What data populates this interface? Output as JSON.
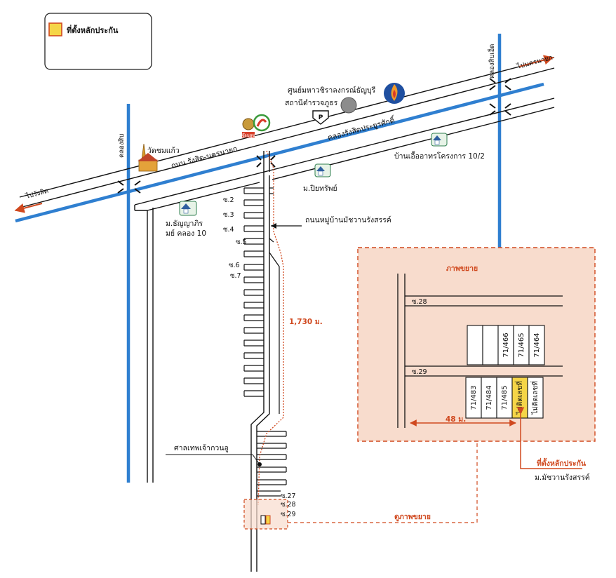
{
  "legend": {
    "label": "ที่ตั้งหลักประกัน",
    "swatch_fill": "#f5d547",
    "swatch_stroke": "#d0491f"
  },
  "places": {
    "wat": "วัดชมแก้ว",
    "khlong_sip": "คลองสิบ",
    "khlong_sip_set": "คลองสิบเอ็ด",
    "to_rangsit": "ไปรังสิต",
    "to_nakhon_nayok": "ไปนครนายก",
    "road_rangsit_nakhon_nayok": "ถนน รังสิต-นครนายก",
    "canal_rangsit": "คลองรังสิตประยูรศักดิ์",
    "medical_center": "ศูนย์มหาวชิราลงกรณ์ธัญบุรี",
    "police_station": "สถานีตำรวจภูธร",
    "baan_ua_athorn": "บ้านเอื้ออาทรโครงการ 10/2",
    "piyasap": "ม.ปิยทรัพย์",
    "thanya_line1": "ม.ธัญญาภิร",
    "thanya_line2": "มย์ คลอง 10",
    "village_road": "ถนนหมู่บ้านมัชวานรังสรรค์",
    "shrine": "ศาลเทพเจ้ากวนอู",
    "distance_main": "1,730 ม.",
    "view_enlarge": "ดูภาพขยาย",
    "collateral_location": "ที่ตั้งหลักประกัน",
    "village_name": "ม.มัชวานรังสรรค์",
    "parking_letter": "P",
    "petrol_logo": "จ๊อบสุข"
  },
  "sois": [
    "ซ.2",
    "ซ.3",
    "ซ.4",
    "ซ.5",
    "ซ.6",
    "ซ.7",
    "ซ.27",
    "ซ.28",
    "ซ.29"
  ],
  "inset": {
    "title": "ภาพขยาย",
    "soi_28": "ซ.28",
    "soi_29": "ซ.29",
    "distance": "48 ม.",
    "plots_upper": [
      "",
      "",
      "71/466",
      "71/465",
      "71/464"
    ],
    "plots_lower": [
      "71/483",
      "71/484",
      "71/485",
      "ไม่ติดเลขที่",
      "ไม่ติดเลขที่"
    ],
    "highlight_index": 3
  },
  "colors": {
    "canal": "#2f7fd0",
    "accent": "#d0491f",
    "inset_fill": "#f8dccd",
    "highlight": "#f5d547"
  }
}
